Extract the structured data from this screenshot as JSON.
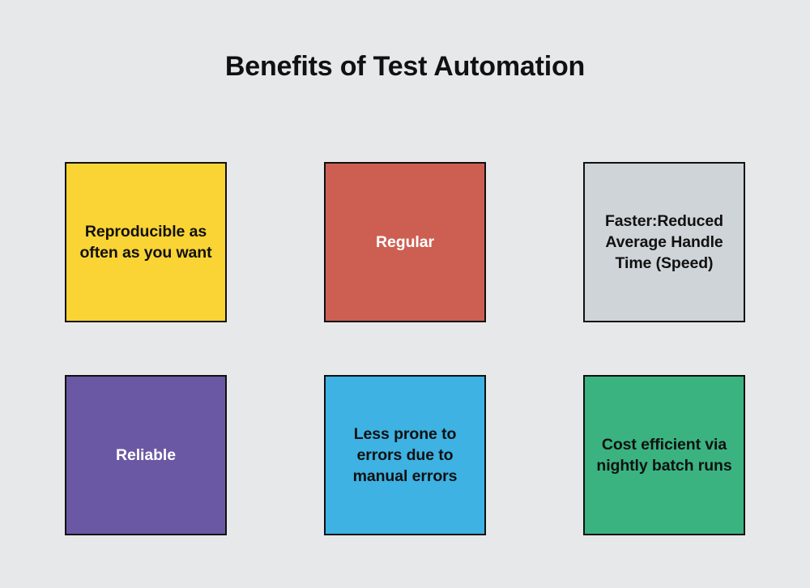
{
  "page": {
    "title": "Benefits of Test Automation",
    "background_color": "#e7e8ea",
    "border_color": "#111111"
  },
  "cards": [
    {
      "label": "Reproducible as often as you want",
      "fill": "#fad434",
      "text_color": "#111111",
      "row": 0,
      "column": 0
    },
    {
      "label": "Regular",
      "fill": "#cc5f52",
      "text_color": "#ffffff",
      "row": 0,
      "column": 1
    },
    {
      "label": "Faster:Reduced Average Handle Time (Speed)",
      "fill": "#cfd4d8",
      "text_color": "#111111",
      "row": 0,
      "column": 2
    },
    {
      "label": "Reliable",
      "fill": "#6b58a4",
      "text_color": "#ffffff",
      "row": 1,
      "column": 0
    },
    {
      "label": "Less prone to errors due to manual errors",
      "fill": "#3db2e3",
      "text_color": "#111111",
      "row": 1,
      "column": 1
    },
    {
      "label": "Cost efficient via nightly batch runs",
      "fill": "#3ab381",
      "text_color": "#111111",
      "row": 1,
      "column": 2
    }
  ]
}
